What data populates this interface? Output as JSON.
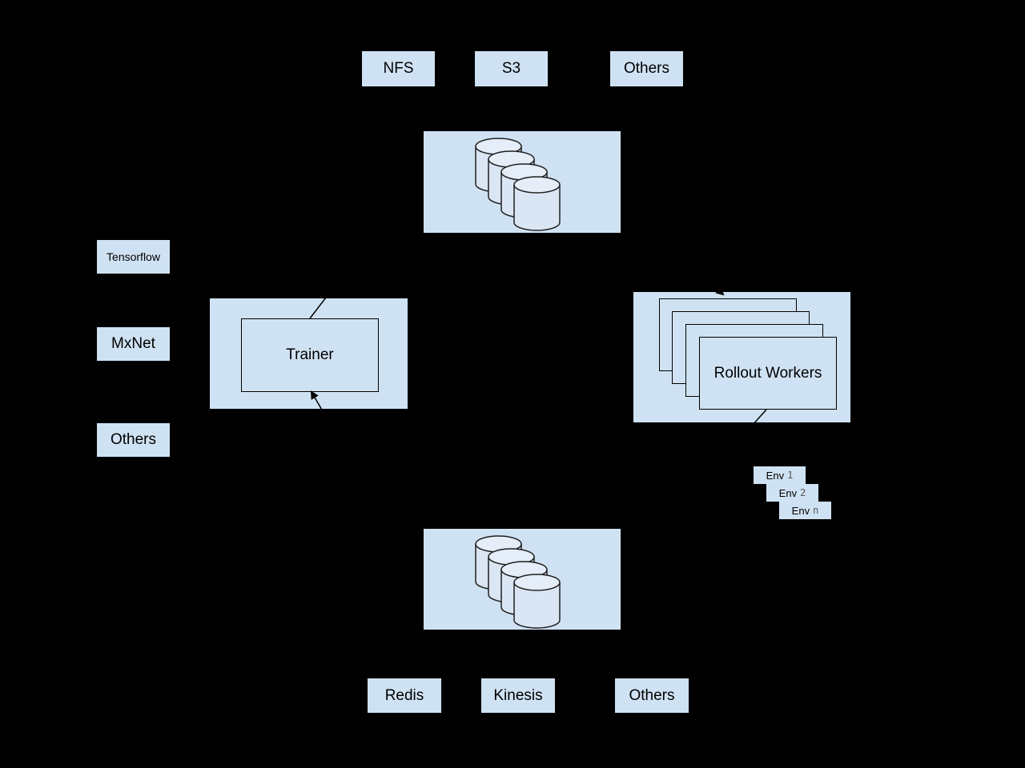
{
  "colors": {
    "background": "#000000",
    "node_fill": "#cfe2f3",
    "cylinder_fill": "#dae6f4",
    "cylinder_top_fill": "#e4edf8",
    "outline": "#000000",
    "env_index_color": "#555555"
  },
  "storage_row": {
    "items": [
      {
        "label": "NFS"
      },
      {
        "label": "S3"
      },
      {
        "label": "Others"
      }
    ]
  },
  "frameworks": {
    "items": [
      {
        "label": "Tensorflow"
      },
      {
        "label": "MxNet"
      },
      {
        "label": "Others"
      }
    ]
  },
  "trainer": {
    "label": "Trainer"
  },
  "rollout": {
    "label": "Rollout Workers"
  },
  "envs": {
    "items": [
      {
        "name": "Env",
        "index": "1"
      },
      {
        "name": "Env",
        "index": "2"
      },
      {
        "name": "Env",
        "index": "n"
      }
    ]
  },
  "queue_row": {
    "items": [
      {
        "label": "Redis"
      },
      {
        "label": "Kinesis"
      },
      {
        "label": "Others"
      }
    ]
  }
}
